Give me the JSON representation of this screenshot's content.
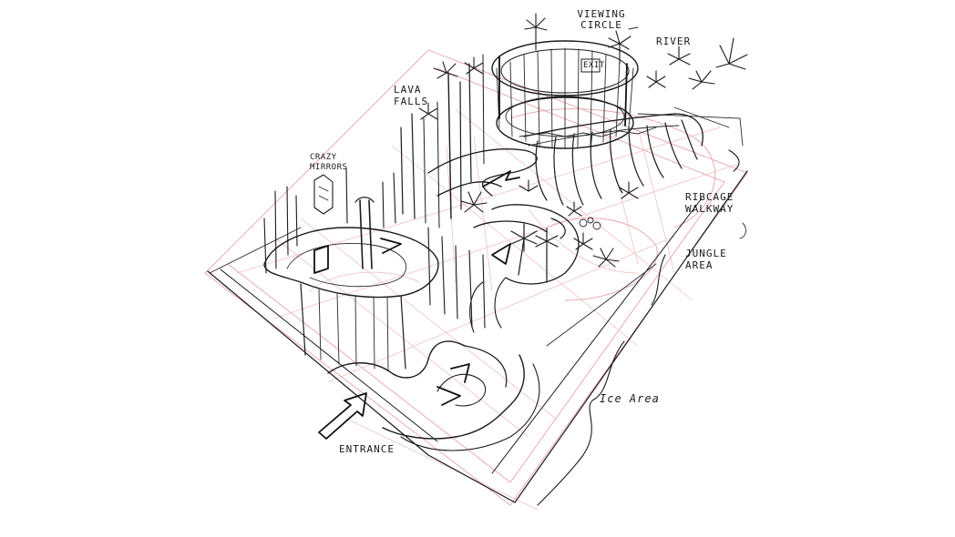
{
  "labels": {
    "viewing_circle": "VIEWING CIRCLE",
    "river": "RIVER",
    "exit": "EXIT",
    "lava_falls": "LAVA FALLS",
    "crazy_mirrors": "CRAZY MIRRORS",
    "ribcage_walkway": "RIBCAGE WALKWAY",
    "jungle_area": "JUNGLE AREA",
    "ice_area": "Ice Area",
    "entrance": "ENTRANCE"
  },
  "colors": {
    "ink": "#1b1b1b",
    "construction_lines": "#e7a4a8",
    "background": "#ffffff"
  }
}
